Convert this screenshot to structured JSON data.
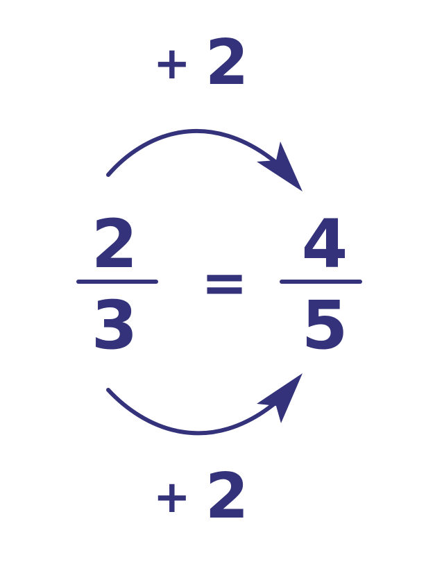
{
  "diagram": {
    "top_label": {
      "sign": "+",
      "value": "2"
    },
    "bottom_label": {
      "sign": "+",
      "value": "2"
    },
    "left_fraction": {
      "numerator": "2",
      "denominator": "3"
    },
    "equals": "=",
    "right_fraction": {
      "numerator": "4",
      "denominator": "5"
    },
    "color": "#33327a"
  }
}
